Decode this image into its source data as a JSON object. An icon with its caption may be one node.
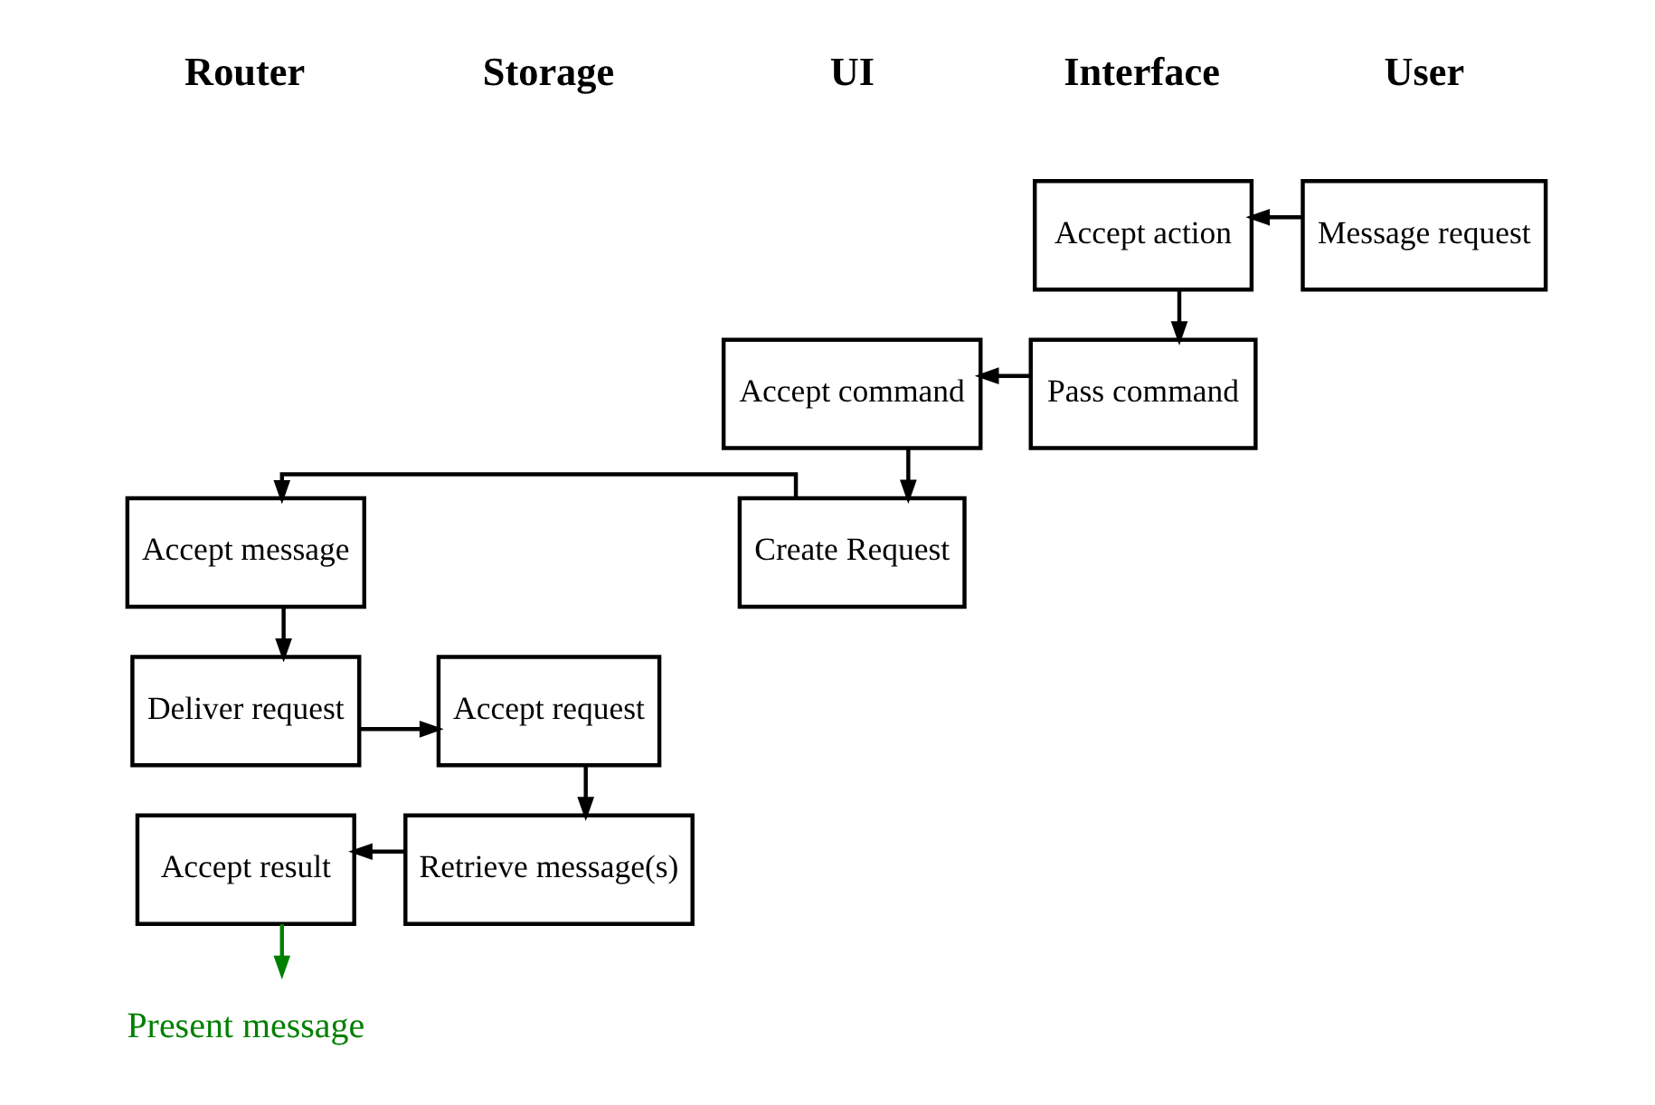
{
  "diagram": {
    "nodes": [
      {
        "text": [
          "Message request"
        ]
      },
      {
        "text": [
          "Accept action"
        ]
      },
      {
        "text": [
          "Pass command"
        ]
      },
      {
        "text": [
          "Accept command"
        ]
      },
      {
        "text": [
          "Create Request"
        ]
      },
      {
        "text": [
          "Accept message"
        ]
      },
      {
        "text": [
          "Deliver request"
        ]
      },
      {
        "text": [
          "Accept request"
        ]
      },
      {
        "text": [
          "Retrieve message(s)"
        ]
      },
      {
        "text": [
          "Accept result"
        ]
      },
      {
        "text": [
          "Present message"
        ]
      }
    ],
    "edges": [
      {
        "from": 0,
        "to": 1,
        "arrow": "to"
      },
      {
        "from": 1,
        "to": 2,
        "arrow": "to"
      },
      {
        "from": 2,
        "to": 3,
        "arrow": "to"
      },
      {
        "from": 3,
        "to": 4,
        "arrow": "to"
      },
      {
        "from": 4,
        "to": 5,
        "arrow": "to"
      },
      {
        "from": 5,
        "to": 6,
        "arrow": "to"
      },
      {
        "from": 6,
        "to": 7,
        "arrow": "to"
      },
      {
        "from": 7,
        "to": 8,
        "arrow": "to"
      },
      {
        "from": 8,
        "to": 9,
        "arrow": "to"
      },
      {
        "from": 9,
        "to": 10,
        "arrow": "to",
        "color": "#008000"
      }
    ],
    "labels": [
      "Router",
      "Storage",
      "UI",
      "Interface",
      "User"
    ]
  }
}
